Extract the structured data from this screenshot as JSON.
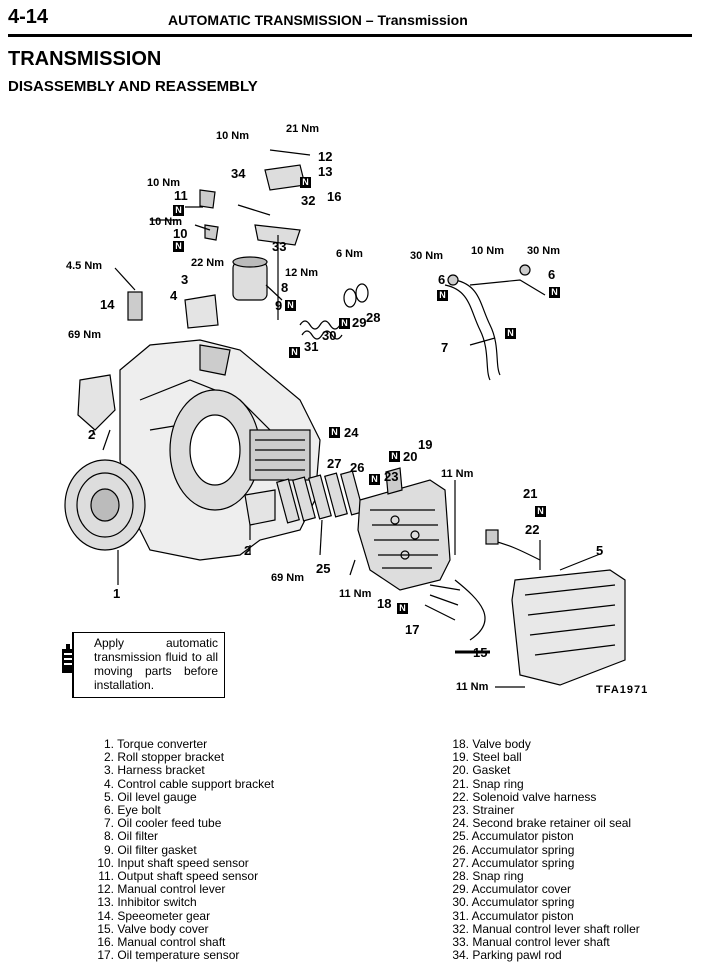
{
  "header": {
    "page_number": "4-14",
    "section": "AUTOMATIC TRANSMISSION",
    "subsection": "Transmission"
  },
  "section_title": "TRANSMISSION",
  "subsection_title": "DISASSEMBLY AND REASSEMBLY",
  "figure": {
    "code": "TFA1971",
    "note": "Apply automatic transmission fluid to all moving parts before installation.",
    "badge_letter": "N",
    "torques": {
      "t21": "21 Nm",
      "t10a": "10 Nm",
      "t10b": "10 Nm",
      "t10c": "10 Nm",
      "t45": "4.5 Nm",
      "t22": "22 Nm",
      "t12": "12 Nm",
      "t6": "6 Nm",
      "t69a": "69 Nm",
      "t69b": "69 Nm",
      "t30a": "30 Nm",
      "t10d": "10 Nm",
      "t30b": "30 Nm",
      "t11a": "11 Nm",
      "t11b": "11 Nm",
      "t11c": "11 Nm"
    },
    "callouts": {
      "c1": "1",
      "c2a": "2",
      "c2b": "2",
      "c3": "3",
      "c4": "4",
      "c5": "5",
      "c6a": "6",
      "c6b": "6",
      "c7": "7",
      "c8": "8",
      "c9": "9",
      "c10": "10",
      "c11": "11",
      "c12": "12",
      "c13": "13",
      "c14": "14",
      "c15": "15",
      "c16": "16",
      "c17": "17",
      "c18": "18",
      "c19": "19",
      "c20": "20",
      "c21": "21",
      "c22": "22",
      "c23": "23",
      "c24": "24",
      "c25": "25",
      "c26": "26",
      "c27": "27",
      "c28": "28",
      "c29": "29",
      "c30": "30",
      "c31": "31",
      "c32": "32",
      "c33": "33",
      "c34": "34"
    }
  },
  "parts_left": [
    {
      "num": "1.",
      "name": "Torque converter"
    },
    {
      "num": "2.",
      "name": "Roll stopper bracket"
    },
    {
      "num": "3.",
      "name": "Harness bracket"
    },
    {
      "num": "4.",
      "name": "Control cable support bracket"
    },
    {
      "num": "5.",
      "name": "Oil level gauge"
    },
    {
      "num": "6.",
      "name": "Eye bolt"
    },
    {
      "num": "7.",
      "name": "Oil cooler feed tube"
    },
    {
      "num": "8.",
      "name": "Oil filter"
    },
    {
      "num": "9.",
      "name": "Oil filter gasket"
    },
    {
      "num": "10.",
      "name": "Input shaft speed sensor"
    },
    {
      "num": "11.",
      "name": "Output shaft speed sensor"
    },
    {
      "num": "12.",
      "name": "Manual control lever"
    },
    {
      "num": "13.",
      "name": "Inhibitor switch"
    },
    {
      "num": "14.",
      "name": "Speeometer gear"
    },
    {
      "num": "15.",
      "name": "Valve body cover"
    },
    {
      "num": "16.",
      "name": "Manual control shaft"
    },
    {
      "num": "17.",
      "name": "Oil temperature sensor"
    }
  ],
  "parts_right": [
    {
      "num": "18.",
      "name": "Valve body"
    },
    {
      "num": "19.",
      "name": "Steel ball"
    },
    {
      "num": "20.",
      "name": "Gasket"
    },
    {
      "num": "21.",
      "name": "Snap ring"
    },
    {
      "num": "22.",
      "name": "Solenoid valve harness"
    },
    {
      "num": "23.",
      "name": "Strainer"
    },
    {
      "num": "24.",
      "name": "Second brake retainer oil seal"
    },
    {
      "num": "25.",
      "name": "Accumulator piston"
    },
    {
      "num": "26.",
      "name": "Accumulator spring"
    },
    {
      "num": "27.",
      "name": "Accumulator spring"
    },
    {
      "num": "28.",
      "name": "Snap ring"
    },
    {
      "num": "29.",
      "name": "Accumulator cover"
    },
    {
      "num": "30.",
      "name": "Accumulator spring"
    },
    {
      "num": "31.",
      "name": "Accumulator piston"
    },
    {
      "num": "32.",
      "name": "Manual control lever shaft roller"
    },
    {
      "num": "33.",
      "name": "Manual control lever shaft"
    },
    {
      "num": "34.",
      "name": "Parking pawl rod"
    }
  ]
}
